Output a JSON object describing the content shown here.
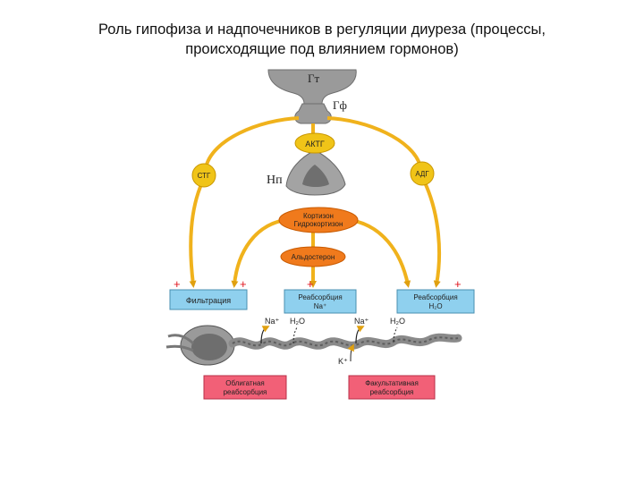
{
  "title": {
    "line1": "Роль гипофиза и надпочечников в регуляции диуреза (процессы,",
    "line2": "происходящие под влиянием гормонов)"
  },
  "labels": {
    "gt": "Гт",
    "gf": "Гф",
    "np": "Нп",
    "aktg": "АКТГ",
    "stg": "СТГ",
    "adg": "АДГ",
    "cortisol_1": "Кортизон",
    "cortisol_2": "Гидрокортизон",
    "aldosterone": "Альдостерон",
    "filtration": "Фильтрация",
    "reabs_na_1": "Реабсорбция",
    "reabs_na_2": "Na⁺",
    "reabs_h2o_1": "Реабсорбция",
    "reabs_h2o_2": "H₂O",
    "na_1": "Na⁺",
    "h2o_1": "H₂O",
    "na_2": "Na⁺",
    "h2o_2": "H₂O",
    "k": "K⁺",
    "obligate_1": "Облигатная",
    "obligate_2": "реабсорбция",
    "facultative_1": "Факультативная",
    "facultative_2": "реабсорбция",
    "plus": "+"
  },
  "colors": {
    "arrow": "#f0b21c",
    "hormone_fill": "#f0c418",
    "cortisol_fill": "#f07a1c",
    "process_fill": "#8fd0ee",
    "reabsorption_fill": "#f26077",
    "gland": "#9a9a9a",
    "plus": "#e0141c",
    "tubule": "#8a8a8a"
  }
}
